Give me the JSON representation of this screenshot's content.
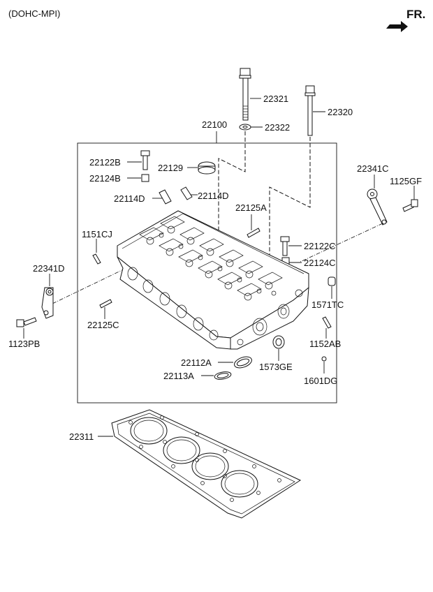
{
  "header": {
    "engine_label": "(DOHC-MPI)",
    "direction_label": "FR."
  },
  "parts": {
    "p22321": "22321",
    "p22320": "22320",
    "p22322": "22322",
    "p22100": "22100",
    "p22122B": "22122B",
    "p22129": "22129",
    "p22124B": "22124B",
    "p22114D_left": "22114D",
    "p22114D_right": "22114D",
    "p22341C": "22341C",
    "p1125GF": "1125GF",
    "p22125A": "22125A",
    "p1151CJ": "1151CJ",
    "p22122C": "22122C",
    "p22124C": "22124C",
    "p22341D": "22341D",
    "p1571TC": "1571TC",
    "p22125C": "22125C",
    "p1123PB": "1123PB",
    "p1152AB": "1152AB",
    "p22112A": "22112A",
    "p1573GE": "1573GE",
    "p22113A": "22113A",
    "p1601DG": "1601DG",
    "p22311": "22311"
  },
  "icons": {
    "direction_arrow": "arrow-right-icon"
  }
}
